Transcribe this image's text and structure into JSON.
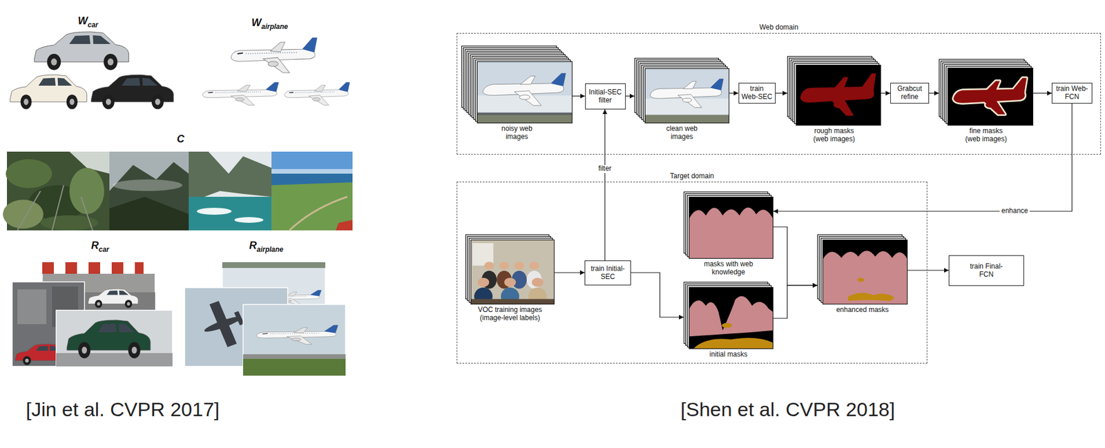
{
  "diagram": {
    "nodes": [
      {
        "text": [
          "Web domain"
        ]
      },
      {
        "text": [
          "noisy web images"
        ],
        "in": 0
      },
      {
        "text": [
          "Initial-SEC filter"
        ],
        "in": 0
      },
      {
        "text": [
          "clean web images"
        ],
        "in": 0
      },
      {
        "text": [
          "train Web-SEC"
        ],
        "in": 0
      },
      {
        "text": [
          "rough masks (web images)"
        ],
        "in": 0
      },
      {
        "text": [
          "Grabcut refine"
        ],
        "in": 0
      },
      {
        "text": [
          "fine masks (web images)"
        ],
        "in": 0
      },
      {
        "text": [
          "train Web-FCN"
        ],
        "in": 0
      },
      {
        "text": [
          "Target domain"
        ]
      },
      {
        "text": [
          "VOC training images (image-level labels)"
        ],
        "in": 9
      },
      {
        "text": [
          "train Initial-SEC"
        ],
        "in": 9
      },
      {
        "text": [
          "masks with web knowledge"
        ],
        "in": 9
      },
      {
        "text": [
          "initial masks"
        ],
        "in": 9
      },
      {
        "text": [
          "enhanced masks"
        ],
        "in": 9
      },
      {
        "text": [
          "train Final-FCN"
        ]
      }
    ],
    "edges": [
      {
        "from": 1,
        "to": 2,
        "arrow": "to"
      },
      {
        "from": 2,
        "to": 3,
        "arrow": "to"
      },
      {
        "from": 3,
        "to": 4,
        "arrow": "to"
      },
      {
        "from": 4,
        "to": 5,
        "arrow": "to"
      },
      {
        "from": 5,
        "to": 6,
        "arrow": "to"
      },
      {
        "from": 6,
        "to": 7,
        "arrow": "to"
      },
      {
        "from": 7,
        "to": 8,
        "arrow": "to"
      },
      {
        "from": 11,
        "to": 2,
        "label": "filter",
        "arrow": "to"
      },
      {
        "from": 10,
        "to": 11,
        "arrow": "to"
      },
      {
        "from": 11,
        "to": 13,
        "arrow": "to"
      },
      {
        "from": 8,
        "to": 12,
        "label": "enhance",
        "arrow": "to"
      },
      {
        "from": 12,
        "to": 14,
        "arrow": "to"
      },
      {
        "from": 13,
        "to": 14,
        "arrow": "to"
      },
      {
        "from": 14,
        "to": 15,
        "arrow": "to"
      }
    ],
    "labels": [
      "W",
      "car",
      "W",
      "airplane",
      "C",
      "R",
      "car",
      "R",
      "airplane",
      "[Jin et al. CVPR 2017]",
      "[Shen et al. CVPR 2018]"
    ]
  }
}
